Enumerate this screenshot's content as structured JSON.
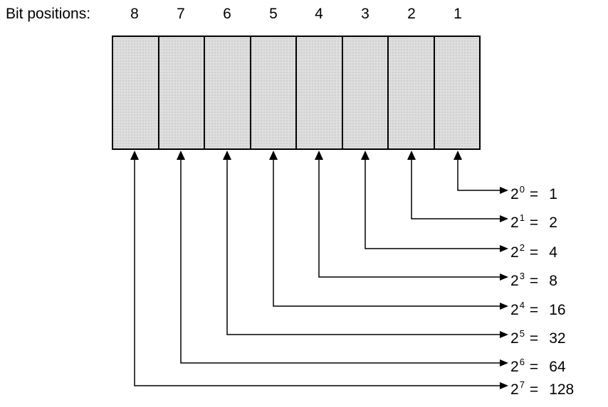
{
  "header": {
    "label": "Bit positions:",
    "positions": [
      "8",
      "7",
      "6",
      "5",
      "4",
      "3",
      "2",
      "1"
    ]
  },
  "register": {
    "cell_count": 8
  },
  "rows": [
    {
      "base": "2",
      "exponent": "0",
      "equals": "=",
      "value": "1"
    },
    {
      "base": "2",
      "exponent": "1",
      "equals": "=",
      "value": "2"
    },
    {
      "base": "2",
      "exponent": "2",
      "equals": "=",
      "value": "4"
    },
    {
      "base": "2",
      "exponent": "3",
      "equals": "=",
      "value": "8"
    },
    {
      "base": "2",
      "exponent": "4",
      "equals": "=",
      "value": "16"
    },
    {
      "base": "2",
      "exponent": "5",
      "equals": "=",
      "value": "32"
    },
    {
      "base": "2",
      "exponent": "6",
      "equals": "=",
      "value": "64"
    },
    {
      "base": "2",
      "exponent": "7",
      "equals": "=",
      "value": "128"
    }
  ],
  "colors": {
    "background": "#ffffff",
    "box_fill": "#dedede",
    "box_dot": "#c9c9c9",
    "line": "#000000",
    "text": "#000000"
  }
}
